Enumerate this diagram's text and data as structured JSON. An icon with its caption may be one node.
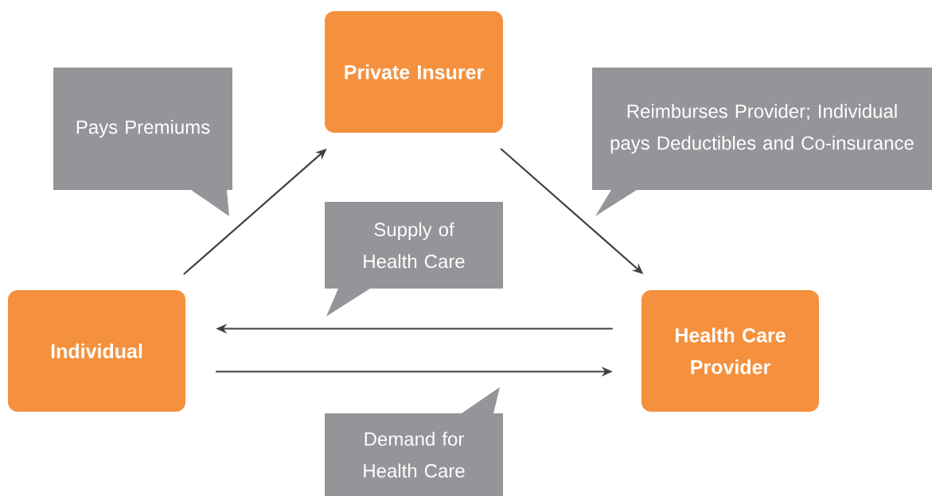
{
  "diagram": {
    "nodes": [
      {
        "text": [
          "Private Insurer"
        ]
      },
      {
        "text": [
          "Individual"
        ]
      },
      {
        "text": [
          "Health Care Provider"
        ]
      },
      {
        "text": [
          "Pays Premiums"
        ]
      },
      {
        "text": [
          "Reimburses Provider; Individual pays Deductibles and Co-insurance"
        ]
      },
      {
        "text": [
          "Supply of Health Care"
        ]
      },
      {
        "text": [
          "Demand for Health Care"
        ]
      }
    ],
    "edges": [
      {
        "from": 1,
        "to": 0,
        "arrow": "to"
      },
      {
        "from": 0,
        "to": 2,
        "arrow": "to"
      },
      {
        "from": 2,
        "to": 1,
        "arrow": "to"
      },
      {
        "from": 1,
        "to": 2,
        "arrow": "to"
      }
    ]
  }
}
